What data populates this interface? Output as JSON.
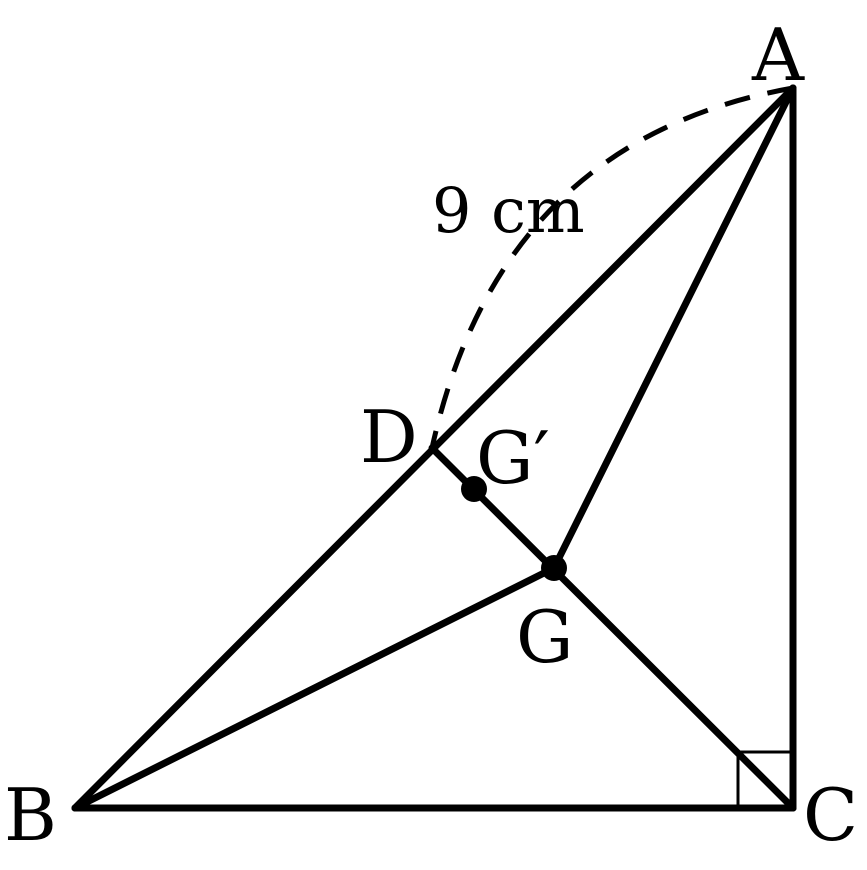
{
  "labels": {
    "A": "A",
    "B": "B",
    "C": "C",
    "D": "D",
    "G": "G",
    "G_prime": "G′"
  },
  "measurement": "9 cm",
  "colors": {
    "stroke": "#000000",
    "background": "#ffffff"
  }
}
